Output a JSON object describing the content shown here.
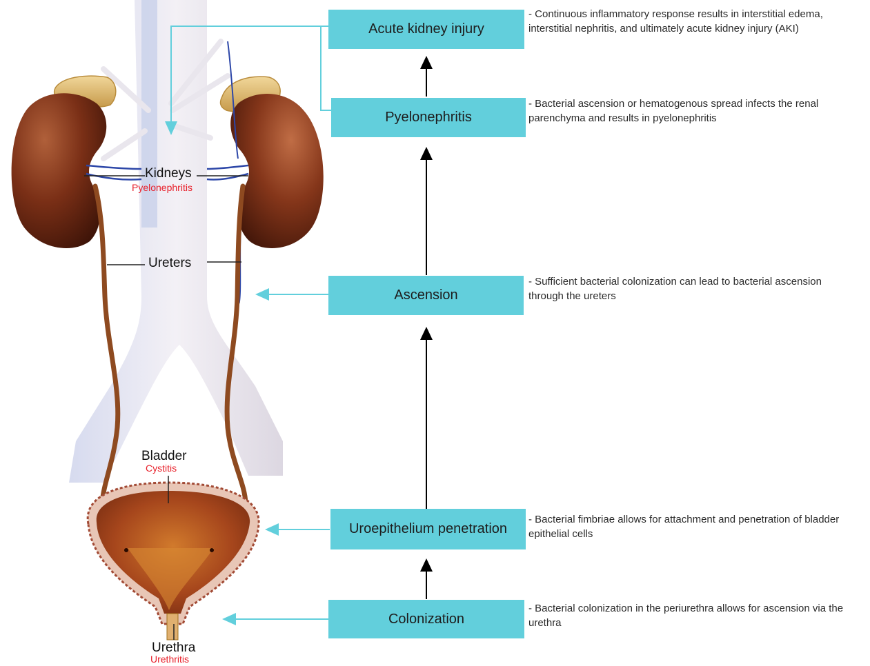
{
  "stages": [
    {
      "key": "aki",
      "label": "Acute kidney injury",
      "description": "- Continuous inflammatory response results in interstitial edema, interstitial nephritis, and ultimately acute kidney injury (AKI)"
    },
    {
      "key": "pyelo",
      "label": "Pyelonephritis",
      "description": "- Bacterial ascension or hematogenous spread infects the renal parenchyma and results in pyelonephritis"
    },
    {
      "key": "ascension",
      "label": "Ascension",
      "description": "- Sufficient bacterial colonization can lead to bacterial ascension through the ureters"
    },
    {
      "key": "uroepi",
      "label": "Uroepithelium penetration",
      "description": "- Bacterial fimbriae allows for attachment and penetration of bladder epithelial cells"
    },
    {
      "key": "colonization",
      "label": "Colonization",
      "description": "- Bacterial colonization in the periurethra allows for ascension via the urethra"
    }
  ],
  "anatomy_labels": {
    "kidneys": "Kidneys",
    "kidneys_condition": "Pyelonephritis",
    "ureters": "Ureters",
    "bladder": "Bladder",
    "bladder_condition": "Cystitis",
    "urethra": "Urethra",
    "urethra_condition": "Urethritis"
  },
  "colors": {
    "box_fill": "#62cfdc",
    "pointer_arrow": "#62cfdc",
    "flow_arrow": "#000000",
    "condition_text": "#e8212b",
    "kidney": "#6e2a14",
    "bladder": "#a5441c",
    "vessels": "#dcdbe8"
  }
}
